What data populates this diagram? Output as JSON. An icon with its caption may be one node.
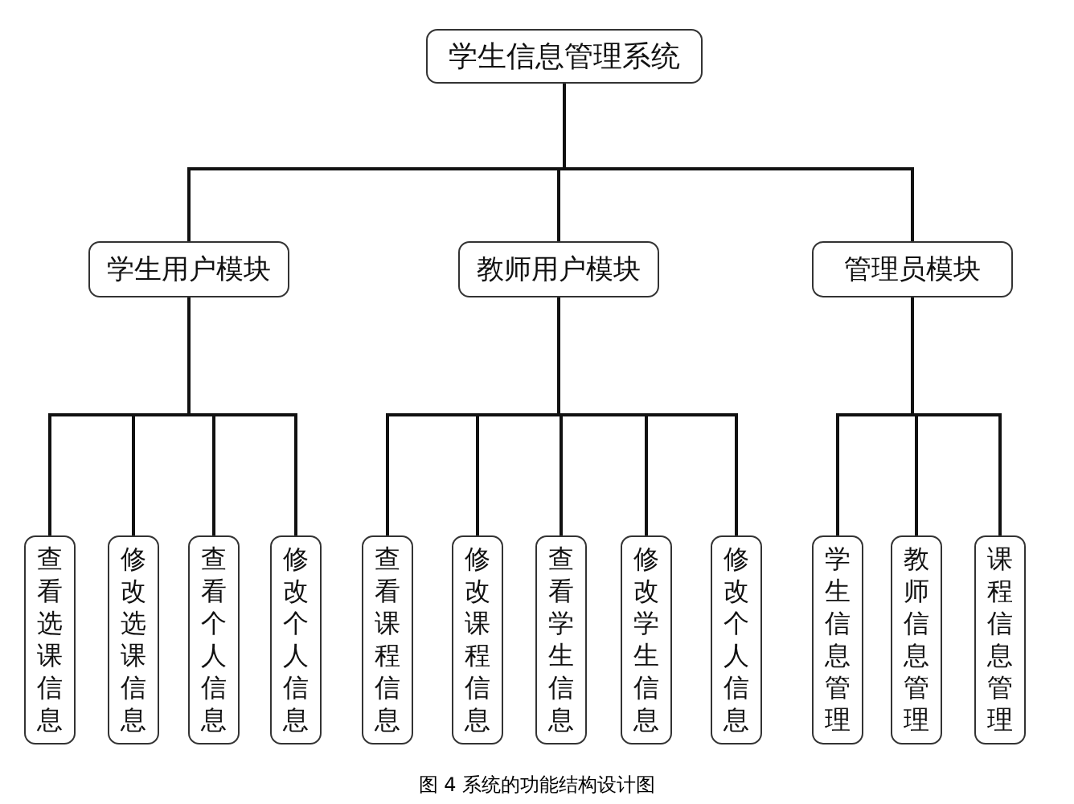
{
  "diagram": {
    "caption": "图 4 系统的功能结构设计图",
    "nodes": [
      {
        "text": [
          "学生信息管理系统"
        ]
      },
      {
        "text": [
          "学生用户模块"
        ]
      },
      {
        "text": [
          "教师用户模块"
        ]
      },
      {
        "text": [
          "管理员模块"
        ]
      },
      {
        "text": [
          "查看选课信息"
        ]
      },
      {
        "text": [
          "修改选课信息"
        ]
      },
      {
        "text": [
          "查看个人信息"
        ]
      },
      {
        "text": [
          "修改个人信息"
        ]
      },
      {
        "text": [
          "查看课程信息"
        ]
      },
      {
        "text": [
          "修改课程信息"
        ]
      },
      {
        "text": [
          "查看学生信息"
        ]
      },
      {
        "text": [
          "修改学生信息"
        ]
      },
      {
        "text": [
          "修改个人信息"
        ]
      },
      {
        "text": [
          "学生信息管理"
        ]
      },
      {
        "text": [
          "教师信息管理"
        ]
      },
      {
        "text": [
          "课程信息管理"
        ]
      }
    ],
    "edges": [
      {
        "from": 0,
        "to": 1,
        "arrow": "none"
      },
      {
        "from": 0,
        "to": 2,
        "arrow": "none"
      },
      {
        "from": 0,
        "to": 3,
        "arrow": "none"
      },
      {
        "from": 1,
        "to": 4,
        "arrow": "none"
      },
      {
        "from": 1,
        "to": 5,
        "arrow": "none"
      },
      {
        "from": 1,
        "to": 6,
        "arrow": "none"
      },
      {
        "from": 1,
        "to": 7,
        "arrow": "none"
      },
      {
        "from": 2,
        "to": 8,
        "arrow": "none"
      },
      {
        "from": 2,
        "to": 9,
        "arrow": "none"
      },
      {
        "from": 2,
        "to": 10,
        "arrow": "none"
      },
      {
        "from": 2,
        "to": 11,
        "arrow": "none"
      },
      {
        "from": 2,
        "to": 12,
        "arrow": "none"
      },
      {
        "from": 3,
        "to": 13,
        "arrow": "none"
      },
      {
        "from": 3,
        "to": 14,
        "arrow": "none"
      },
      {
        "from": 3,
        "to": 15,
        "arrow": "none"
      }
    ]
  }
}
